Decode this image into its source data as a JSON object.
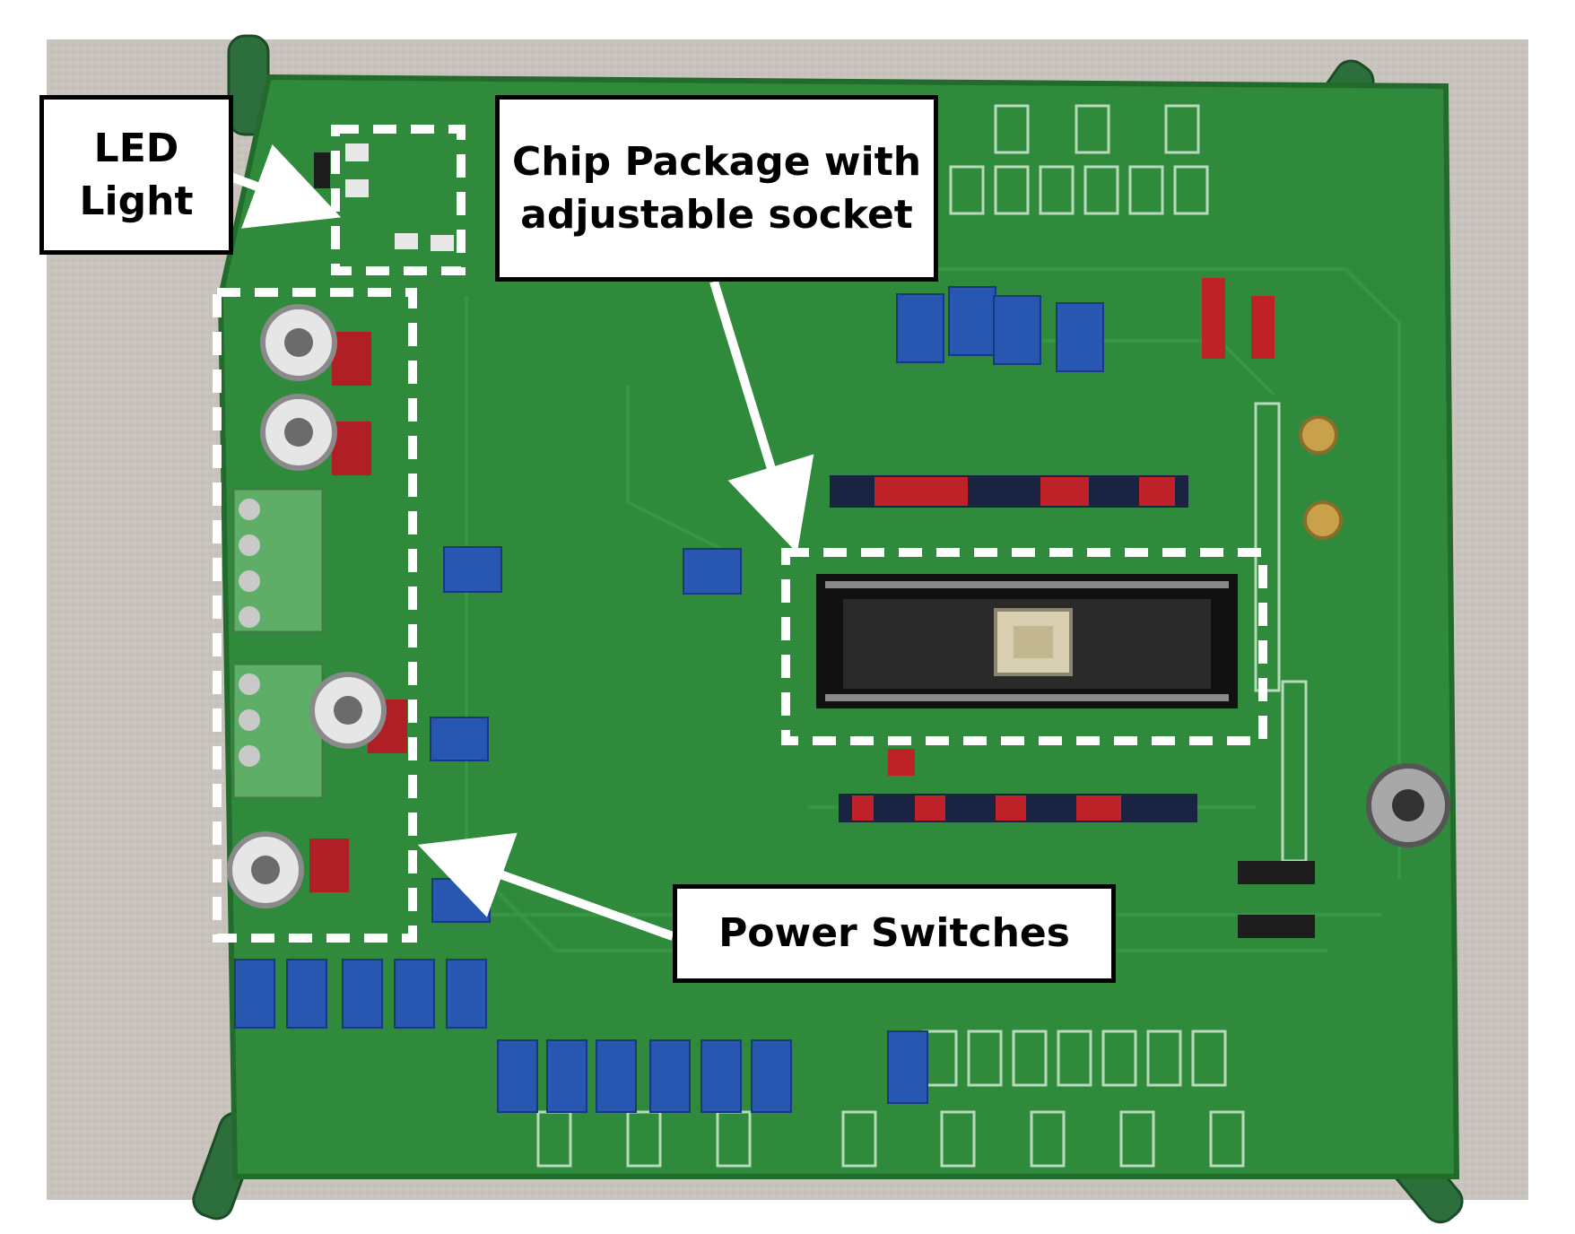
{
  "figure": {
    "subject": "green printed circuit board test fixture",
    "colors": {
      "background": "#c9c3bd",
      "board": "#2f8a3c",
      "board_dark": "#226b2d",
      "silkscreen": "#cfe8d0",
      "potentiometer": "#2757b0",
      "jumper_red": "#c0222a",
      "highlight_box": "#ffffff"
    },
    "callouts": {
      "led": "LED\nLight",
      "chip": "Chip Package with\nadjustable socket",
      "power": "Power Switches"
    }
  }
}
